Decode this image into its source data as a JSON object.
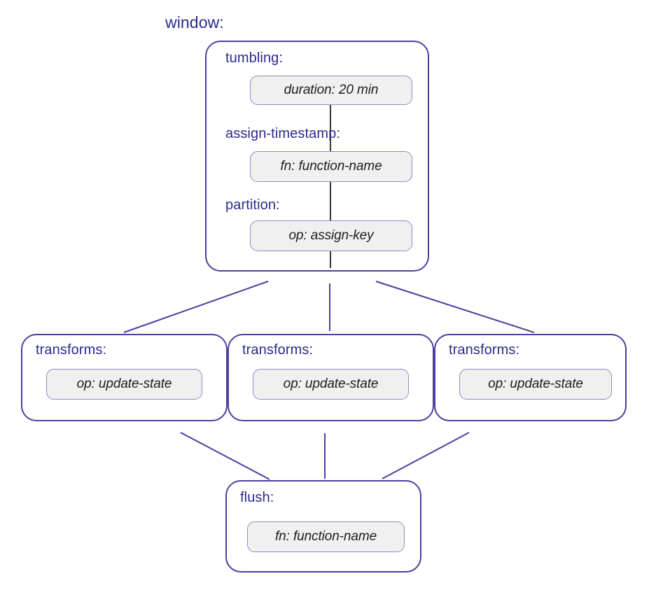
{
  "diagram": {
    "root_label": "window:",
    "window_node": {
      "sections": [
        {
          "label": "tumbling:",
          "leaf": "duration: 20 min"
        },
        {
          "label": "assign-timestamp:",
          "leaf": "fn: function-name"
        },
        {
          "label": "partition:",
          "leaf": "op: assign-key"
        }
      ]
    },
    "transforms": [
      {
        "label": "transforms:",
        "leaf": "op: update-state"
      },
      {
        "label": "transforms:",
        "leaf": "op: update-state"
      },
      {
        "label": "transforms:",
        "leaf": "op: update-state"
      }
    ],
    "flush_node": {
      "label": "flush:",
      "leaf": "fn: function-name"
    },
    "colors": {
      "node_border": "#4b3fa0",
      "leaf_border": "#9b84c4",
      "leaf_fill": "#f0f0f0",
      "label_text": "#2a2a8c",
      "leaf_text": "#1d1d1d",
      "edge": "#4b3fa0",
      "inner_edge": "#3a3a3a",
      "background": "#ffffff"
    }
  }
}
